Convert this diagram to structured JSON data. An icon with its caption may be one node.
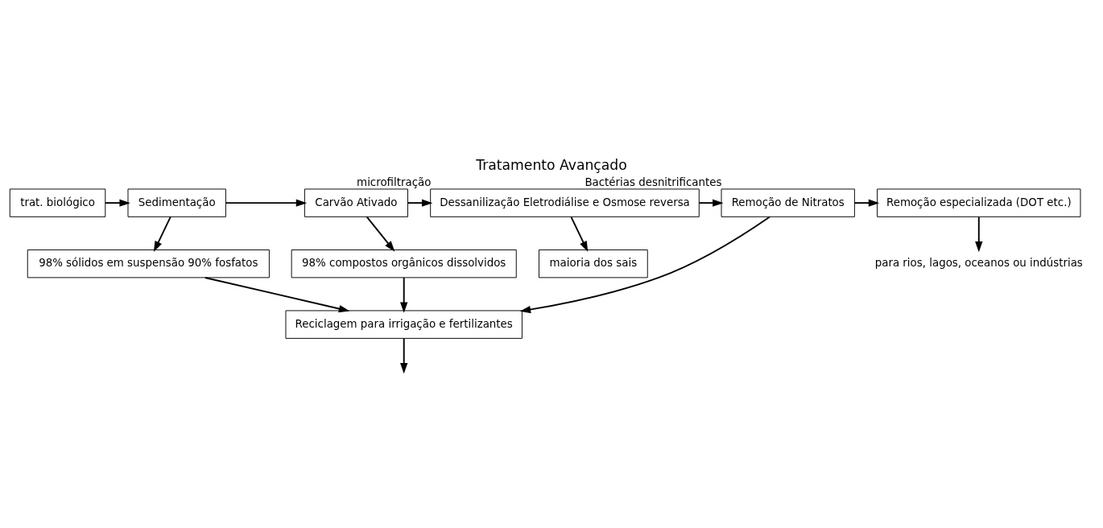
{
  "diagram": {
    "title": "Tratamento Avançado",
    "nodes": [
      {
        "text": [
          "trat. biológico"
        ]
      },
      {
        "text": [
          "Sedimentação"
        ]
      },
      {
        "text": [
          "Carvão Ativado"
        ]
      },
      {
        "text": [
          "Dessanilização Eletrodiálise e Osmose reversa"
        ],
        "beside": [
          "microfiltração"
        ]
      },
      {
        "text": [
          "Remoção de Nitratos"
        ],
        "beside": [
          "Bactérias desnitrificantes"
        ]
      },
      {
        "text": [
          "Remoção especializada (DOT etc.)"
        ]
      },
      {
        "text": [
          "98% sólidos em suspensão 90% fosfatos"
        ]
      },
      {
        "text": [
          "98% compostos orgânicos dissolvidos"
        ]
      },
      {
        "text": [
          "maioria dos sais"
        ]
      },
      {
        "text": [
          "Reciclagem para irrigação e fertilizantes"
        ]
      },
      {
        "text": [
          "para rios, lagos, oceanos ou indústrias"
        ]
      }
    ],
    "edges": [
      {
        "from": 0,
        "to": 1,
        "arrow": "to"
      },
      {
        "from": 1,
        "to": 2,
        "arrow": "to"
      },
      {
        "from": 2,
        "to": 3,
        "arrow": "to"
      },
      {
        "from": 3,
        "to": 4,
        "arrow": "to"
      },
      {
        "from": 4,
        "to": 5,
        "arrow": "to"
      },
      {
        "from": 1,
        "to": 6,
        "arrow": "to"
      },
      {
        "from": 2,
        "to": 7,
        "arrow": "to"
      },
      {
        "from": 3,
        "to": 8,
        "arrow": "to"
      },
      {
        "from": 5,
        "to": 10,
        "arrow": "to"
      },
      {
        "from": 6,
        "to": 9,
        "arrow": "to"
      },
      {
        "from": 7,
        "to": 9,
        "arrow": "to"
      },
      {
        "from": 4,
        "to": 9,
        "arrow": "to"
      },
      {
        "from": 9,
        "to": null,
        "arrow": "to"
      }
    ]
  }
}
